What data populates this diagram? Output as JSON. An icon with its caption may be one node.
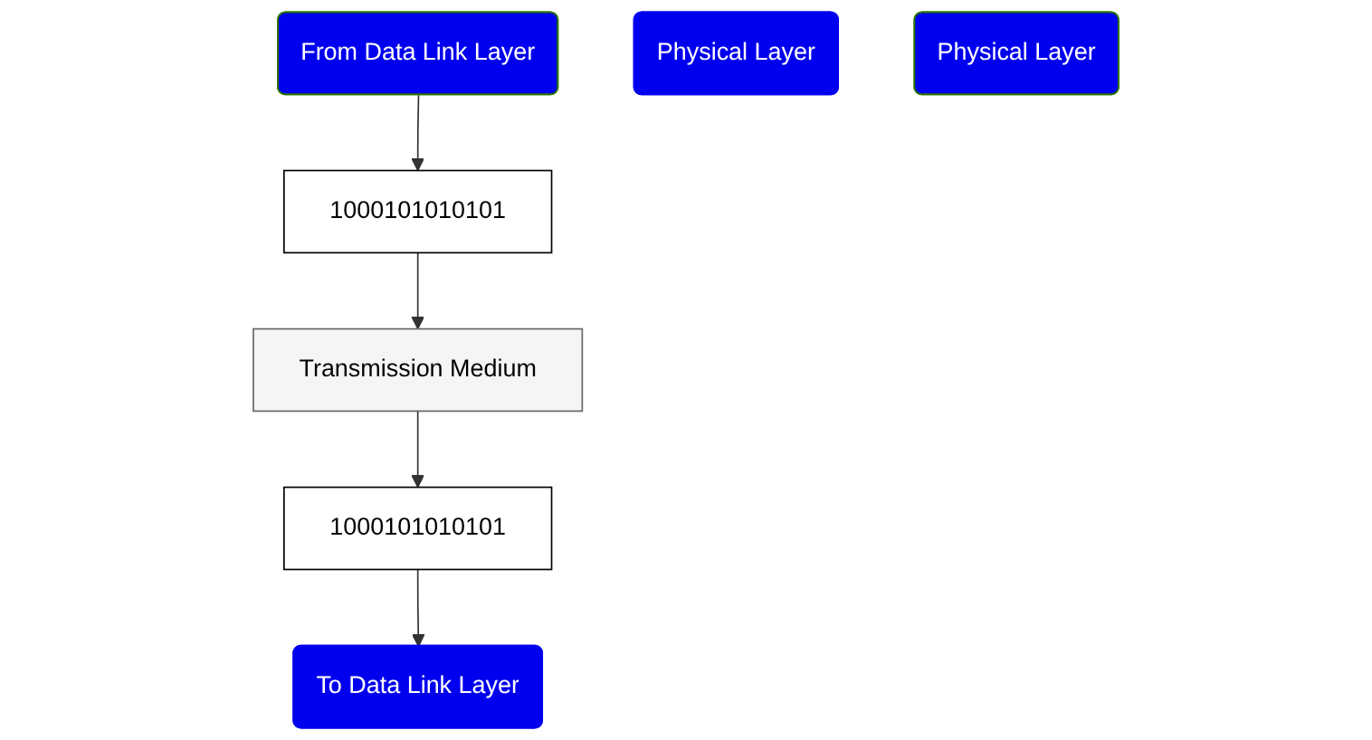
{
  "diagram": {
    "nodes": [
      {
        "text": [
          "From Data Link Layer"
        ]
      },
      {
        "text": [
          "To Data Link Layer"
        ]
      },
      {
        "text": [
          "1000101010101"
        ]
      },
      {
        "text": [
          "1000101010101"
        ]
      },
      {
        "text": [
          "Physical Layer"
        ]
      },
      {
        "text": [
          "Physical Layer"
        ]
      },
      {
        "text": [
          "Transmission Medium"
        ]
      }
    ],
    "edges": [
      {
        "from": 0,
        "to": 2,
        "arrow": "to"
      },
      {
        "from": 2,
        "to": 6,
        "arrow": "to"
      },
      {
        "from": 6,
        "to": 3,
        "arrow": "to"
      },
      {
        "from": 3,
        "to": 1,
        "arrow": "to"
      }
    ]
  }
}
